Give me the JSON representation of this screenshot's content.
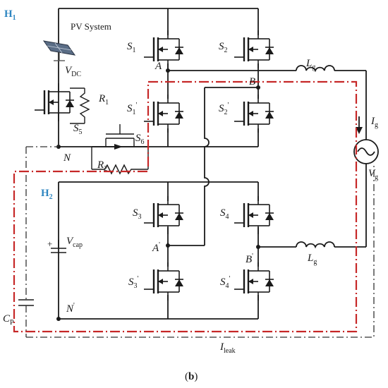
{
  "labels": {
    "h1": "H",
    "h1_sub": "1",
    "h2": "H",
    "h2_sub": "2",
    "pv_system": "PV System",
    "vdc": "V",
    "vdc_sub": "DC",
    "r1": "R",
    "r1_sub": "1",
    "r2": "R",
    "r2_sub": "2",
    "s1": "S",
    "s1_sub": "1",
    "s2": "S",
    "s2_sub": "2",
    "s1p": "S",
    "s1p_sub": "1",
    "s2p": "S",
    "s2p_sub": "2",
    "s3": "S",
    "s3_sub": "3",
    "s4": "S",
    "s4_sub": "4",
    "s3p": "S",
    "s3p_sub": "3",
    "s4p": "S",
    "s4p_sub": "4",
    "s5": "S",
    "s5_sub": "5",
    "s6": "S",
    "s6_sub": "6",
    "node_a": "A",
    "node_b": "B",
    "node_ap": "A",
    "node_bp": "B",
    "node_n": "N",
    "node_np": "N",
    "lg_top": "L",
    "lg_top_sub": "g",
    "lg_bottom": "L",
    "lg_bottom_sub": "g",
    "ig": "I",
    "ig_sub": "g",
    "vg": "V",
    "vg_sub": "g",
    "vcap": "V",
    "vcap_sub": "cap",
    "cp": "C",
    "cp_sub": "P",
    "ileak": "I",
    "ileak_sub": "leak",
    "caption": "(b)"
  },
  "colors": {
    "accent_blue": "#2e86c1",
    "leak_path_red": "#c62828",
    "wire": "#1a1a1a"
  }
}
